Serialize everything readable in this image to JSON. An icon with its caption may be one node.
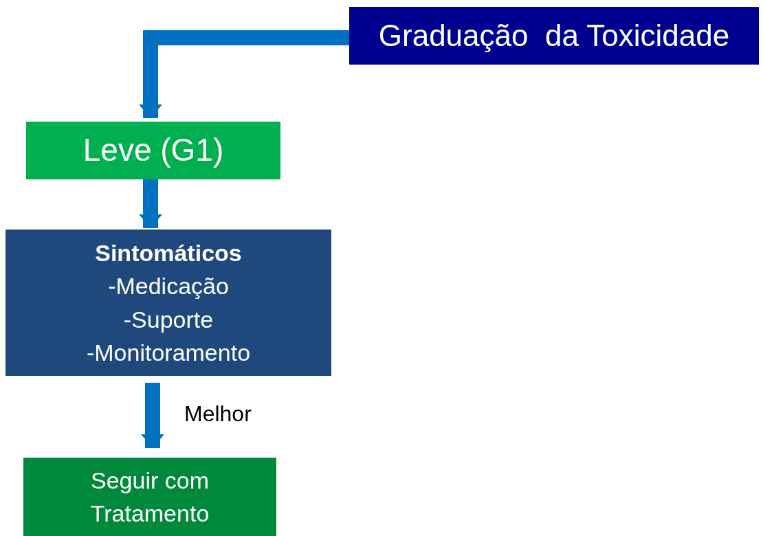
{
  "diagram": {
    "nodes": [
      {
        "text": [
          "Graduação  da Toxicidade"
        ]
      },
      {
        "text": [
          "Leve (G1)"
        ]
      },
      {
        "text": [
          "Sintomáticos",
          "-Medicação",
          "-Suporte",
          "-Monitoramento"
        ]
      },
      {
        "text": [
          "Seguir com Tratamento"
        ]
      }
    ],
    "edges": [
      {
        "from": 0,
        "to": 1,
        "arrow": "to"
      },
      {
        "from": 1,
        "to": 2,
        "arrow": "to"
      },
      {
        "from": 2,
        "to": 3,
        "arrow": "to",
        "label": "Melhor"
      }
    ]
  }
}
